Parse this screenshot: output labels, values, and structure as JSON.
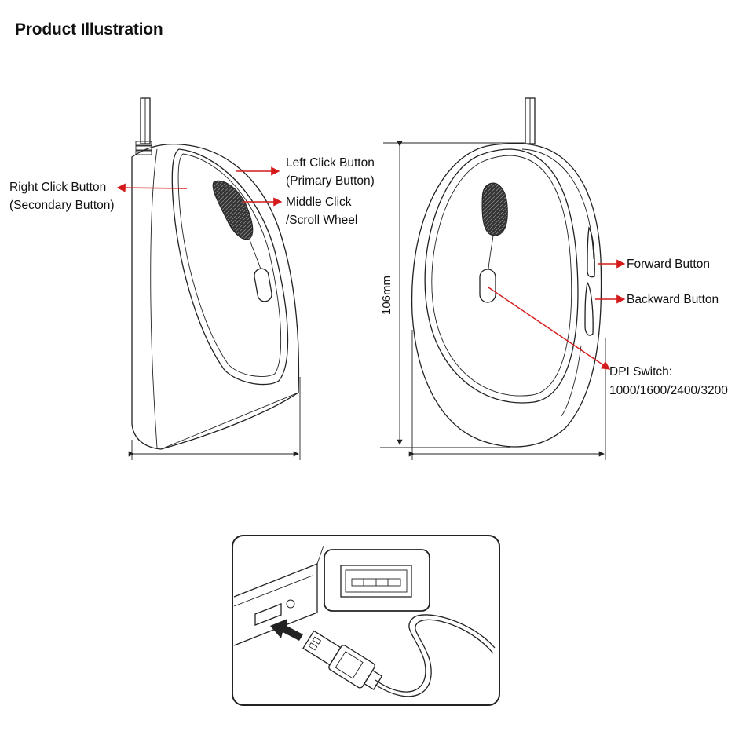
{
  "title": "Product Illustration",
  "labels": {
    "left_click_line1": "Left Click Button",
    "left_click_line2": "(Primary Button)",
    "right_click_line1": "Right Click Button",
    "right_click_line2": "(Secondary Button)",
    "middle_click_line1": "Middle Click",
    "middle_click_line2": "/Scroll Wheel",
    "forward": "Forward Button",
    "backward": "Backward Button",
    "dpi_line1": "DPI Switch:",
    "dpi_line2": "1000/1600/2400/3200"
  },
  "dimension_height": "106mm",
  "colors": {
    "accent": "#d41a1a",
    "line": "#222222"
  }
}
